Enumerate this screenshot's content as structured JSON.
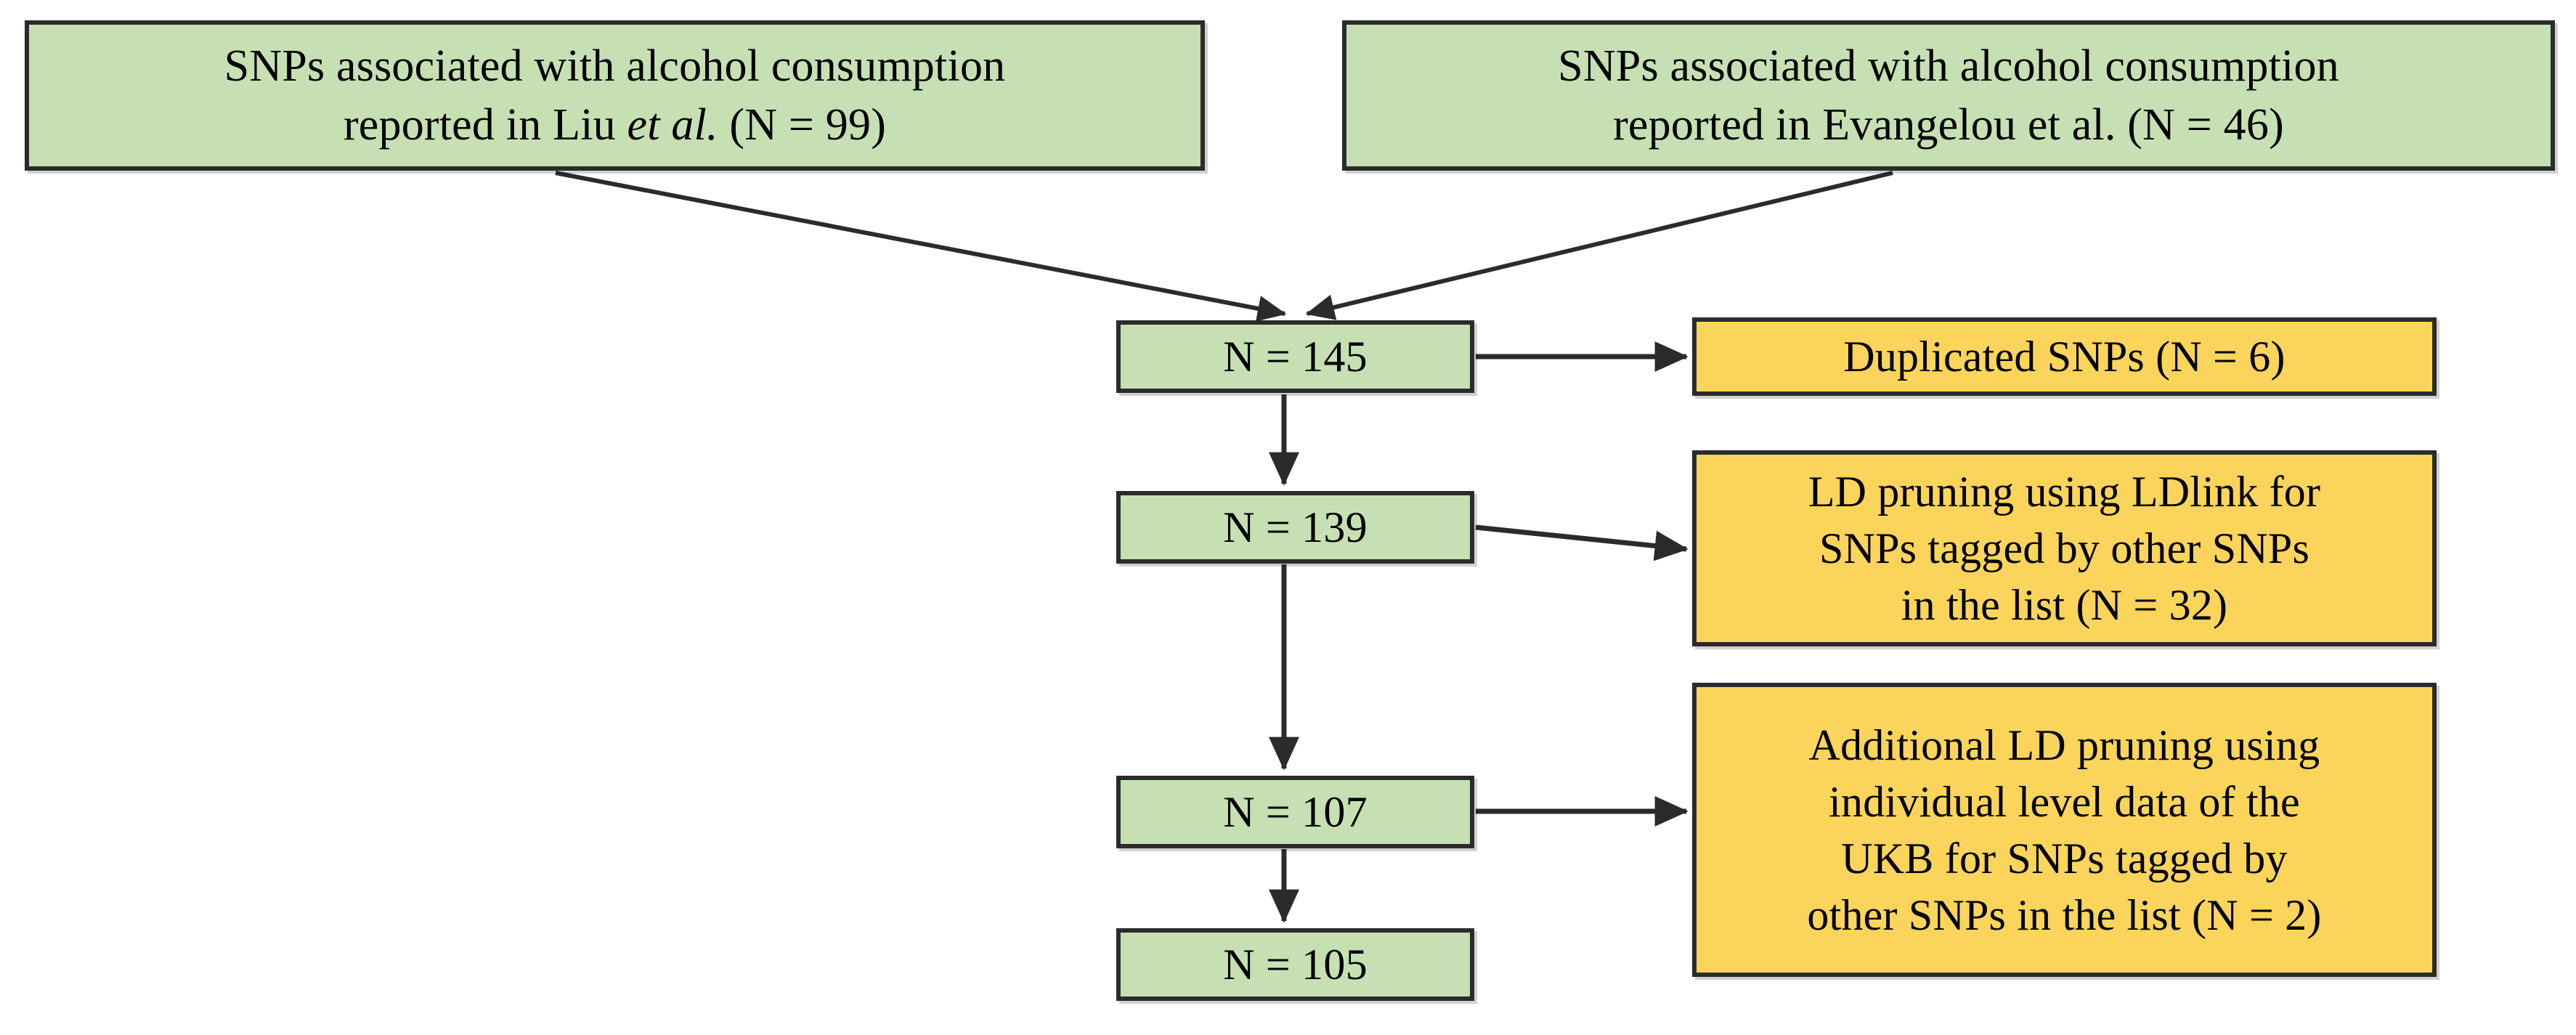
{
  "figure": {
    "type": "flowchart",
    "title": "SNP selection flow diagram for alcohol consumption instruments",
    "colors": {
      "included_fill": "#c6e0b4",
      "excluded_fill": "#fbd45c",
      "border": "#2b2b2b",
      "connector": "#2b2b2b",
      "text": "#000000",
      "background": "#ffffff"
    }
  },
  "sources": [
    {
      "id": "src-liu",
      "line1": "SNPs associated with alcohol consumption",
      "line2_prefix": "reported in Liu ",
      "line2_italic": "et al.",
      "line2_suffix": " (N = 99)",
      "n": 99,
      "author": "Liu",
      "kind": "included"
    },
    {
      "id": "src-evangelou",
      "line1": "SNPs associated with alcohol consumption",
      "line2_prefix": "reported in Evangelou et al. (N = 46)",
      "line2_italic": "",
      "line2_suffix": "",
      "n": 46,
      "author": "Evangelou",
      "kind": "included"
    }
  ],
  "counts": [
    {
      "id": "count-145",
      "label": "N = 145",
      "n": 145,
      "kind": "included"
    },
    {
      "id": "count-139",
      "label": "N = 139",
      "n": 139,
      "kind": "included"
    },
    {
      "id": "count-107",
      "label": "N = 107",
      "n": 107,
      "kind": "included"
    },
    {
      "id": "count-105",
      "label": "N = 105",
      "n": 105,
      "kind": "included"
    }
  ],
  "exclusions": [
    {
      "id": "excl-dup",
      "label": "Duplicated SNPs (N = 6)",
      "n": 6,
      "kind": "excluded",
      "from": "count-145"
    },
    {
      "id": "excl-ldlink",
      "label": "LD pruning using LDlink for\nSNPs tagged by other SNPs\nin the list (N = 32)",
      "n": 32,
      "kind": "excluded",
      "from": "count-139"
    },
    {
      "id": "excl-ukb",
      "label": "Additional LD pruning using\nindividual level data of the\nUKB for SNPs tagged by\nother SNPs in the list (N = 2)",
      "n": 2,
      "kind": "excluded",
      "from": "count-107"
    }
  ],
  "connectors": [
    {
      "from": "src-liu",
      "to": "count-145",
      "style": "diagonal",
      "arrowhead": true
    },
    {
      "from": "src-evangelou",
      "to": "count-145",
      "style": "diagonal",
      "arrowhead": true
    },
    {
      "from": "count-145",
      "to": "count-139",
      "style": "vertical",
      "arrowhead": true
    },
    {
      "from": "count-139",
      "to": "count-107",
      "style": "vertical",
      "arrowhead": true
    },
    {
      "from": "count-107",
      "to": "count-105",
      "style": "vertical",
      "arrowhead": true
    },
    {
      "from": "count-145",
      "to": "excl-dup",
      "style": "horizontal",
      "arrowhead": true
    },
    {
      "from": "count-139",
      "to": "excl-ldlink",
      "style": "horizontal",
      "arrowhead": true
    },
    {
      "from": "count-107",
      "to": "excl-ukb",
      "style": "horizontal",
      "arrowhead": true
    }
  ]
}
